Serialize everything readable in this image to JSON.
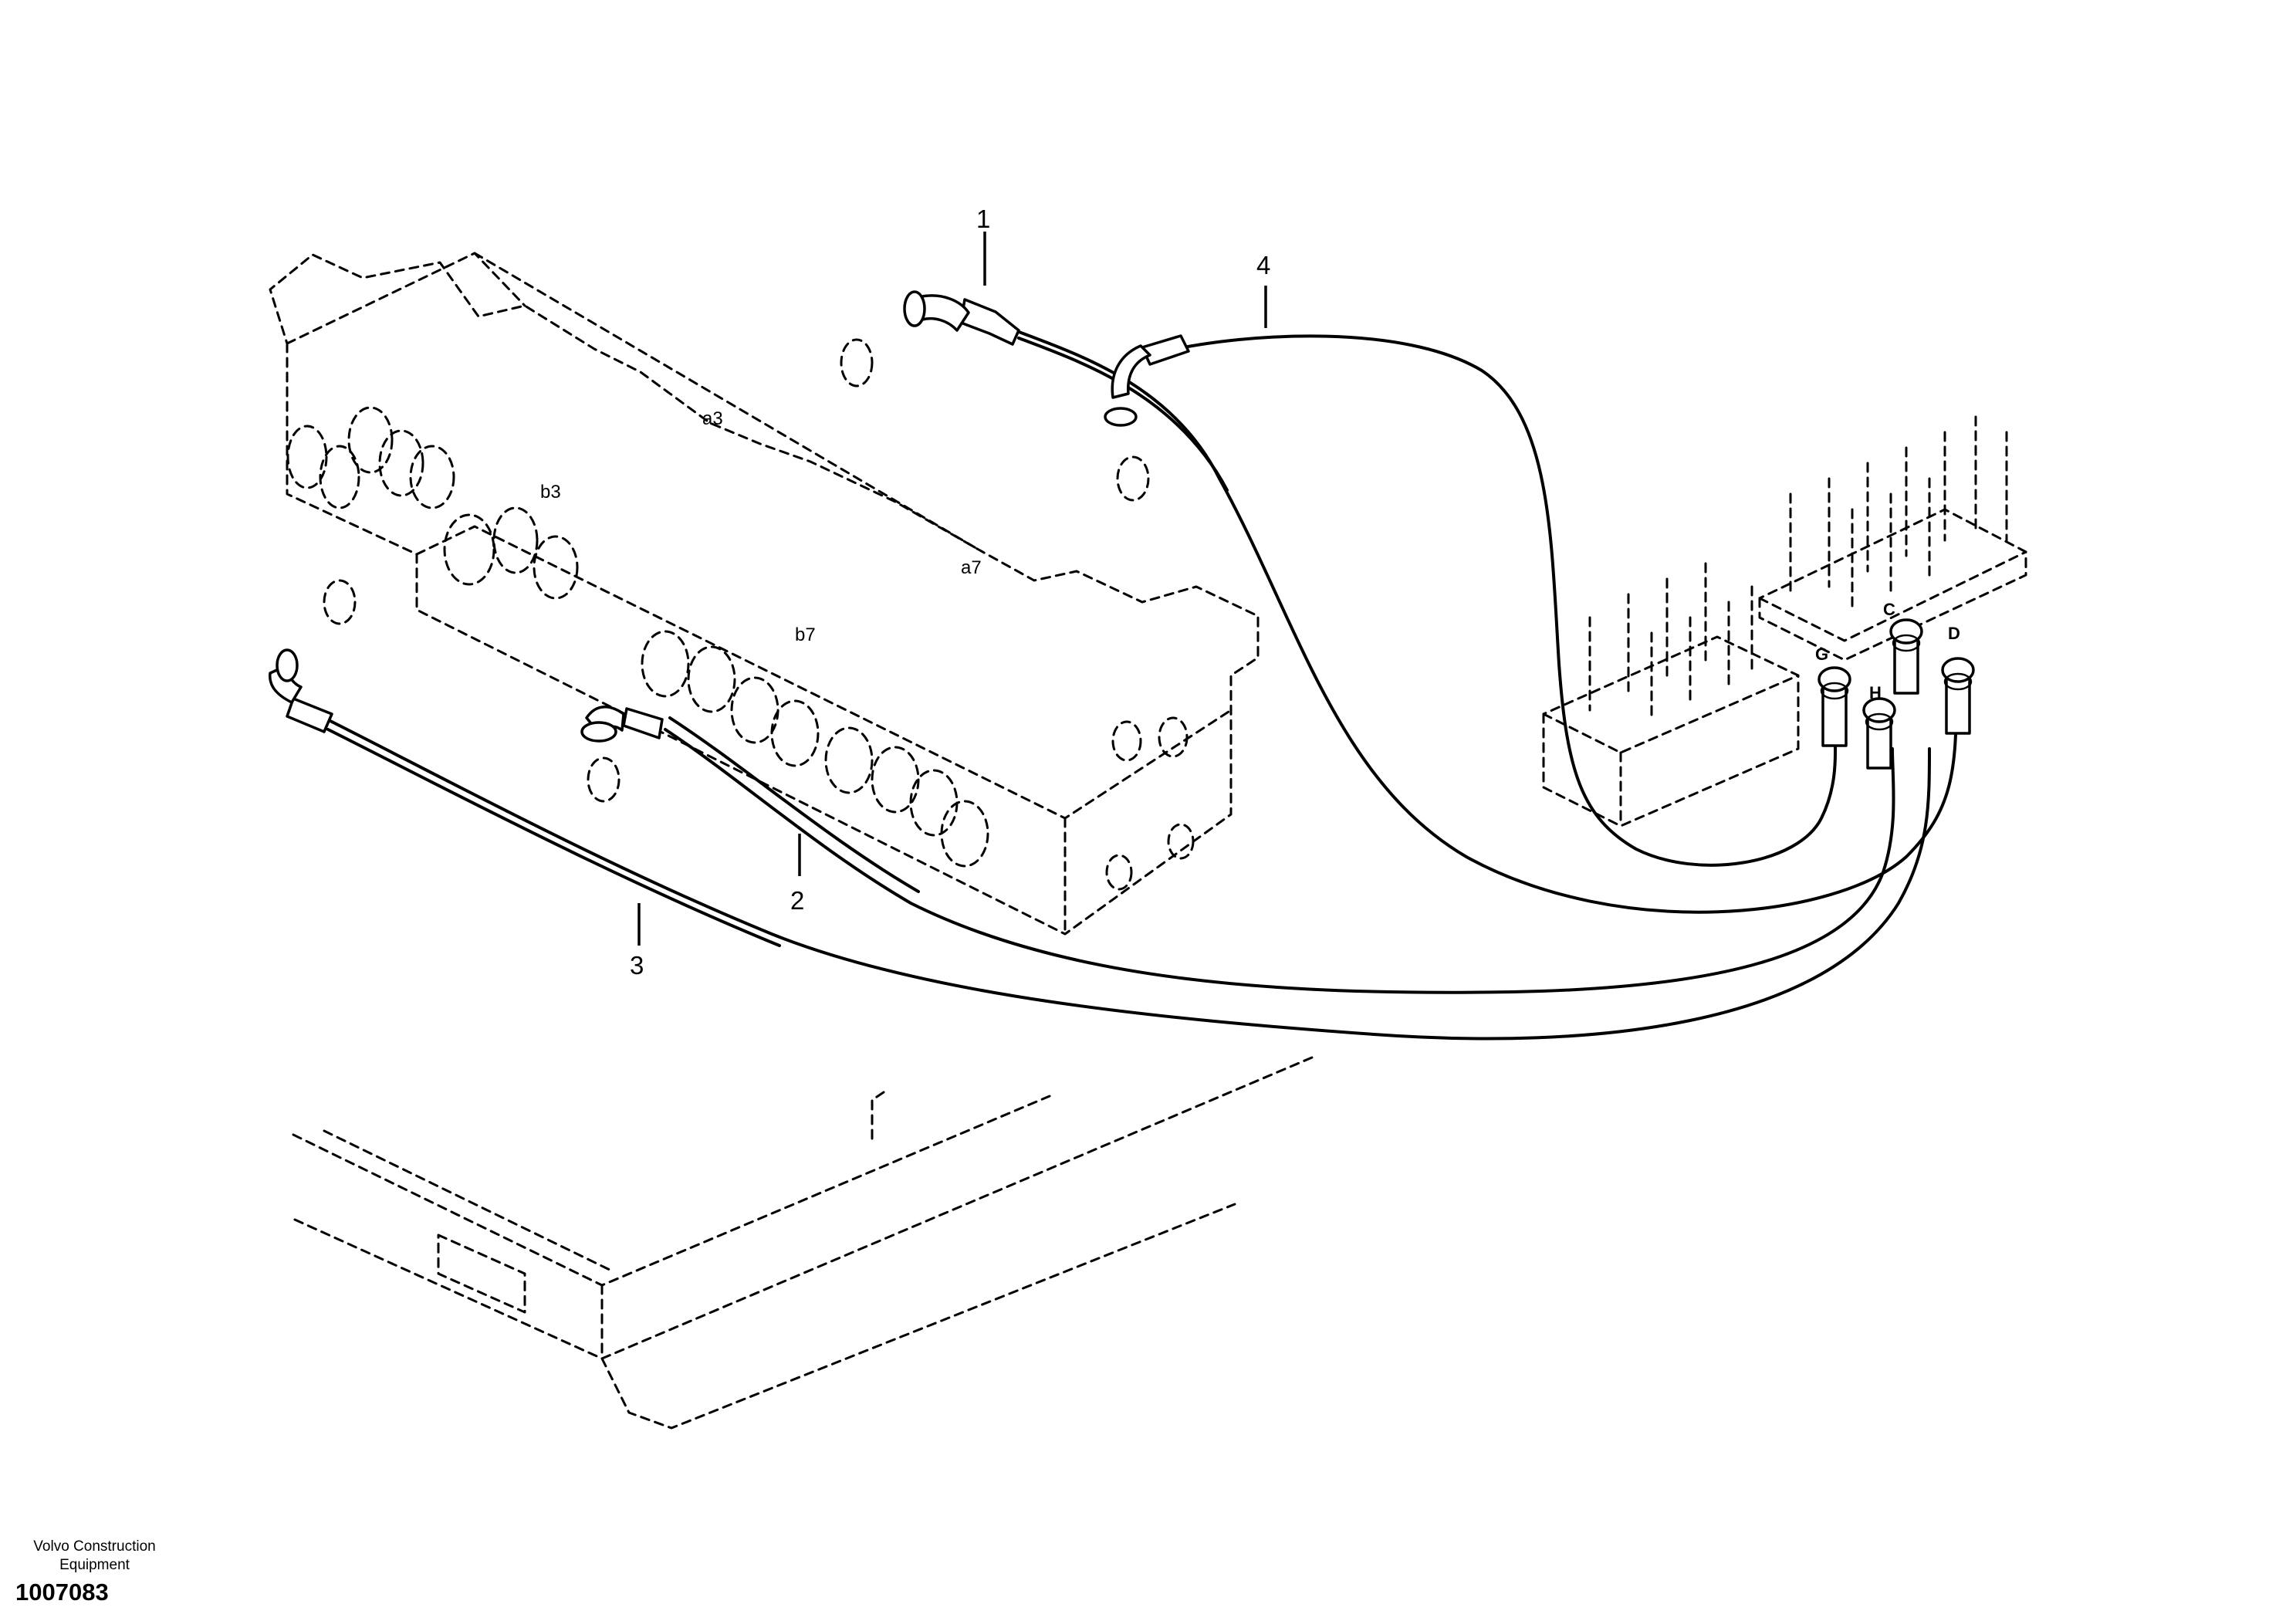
{
  "callouts": {
    "c1": "1",
    "c2": "2",
    "c3": "3",
    "c4": "4"
  },
  "ports": {
    "a3": "a3",
    "b3": "b3",
    "a7": "a7",
    "b7": "b7"
  },
  "connectors": {
    "G": "G",
    "C": "C",
    "H": "H",
    "D": "D"
  },
  "footer": {
    "company_line1": "Volvo Construction",
    "company_line2": "Equipment",
    "drawing_number": "1007083"
  }
}
